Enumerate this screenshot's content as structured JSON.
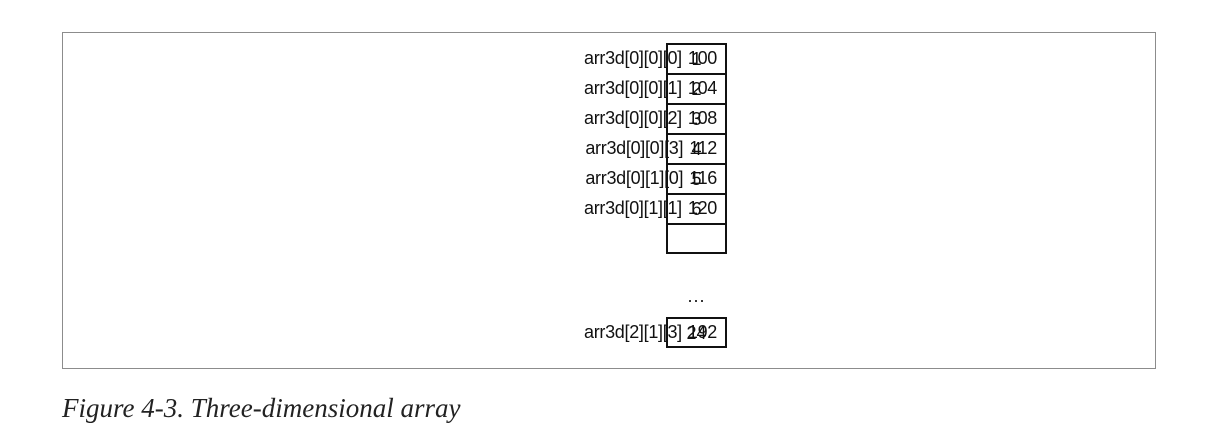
{
  "diagram": {
    "rows": [
      {
        "label": "arr3d[0][0][0]",
        "address": "100",
        "value": "1"
      },
      {
        "label": "arr3d[0][0][1]",
        "address": "104",
        "value": "2"
      },
      {
        "label": "arr3d[0][0][2]",
        "address": "108",
        "value": "3"
      },
      {
        "label": "arr3d[0][0][3]",
        "address": "112",
        "value": "4"
      },
      {
        "label": "arr3d[0][1][0]",
        "address": "116",
        "value": "5"
      },
      {
        "label": "arr3d[0][1][1]",
        "address": "120",
        "value": "6"
      },
      {
        "label": "",
        "address": "",
        "value": ""
      }
    ],
    "ellipsis": "...",
    "last_row": {
      "label": "arr3d[2][1][3]",
      "address": "192",
      "value": "24"
    }
  },
  "caption": "Figure 4-3. Three-dimensional array"
}
